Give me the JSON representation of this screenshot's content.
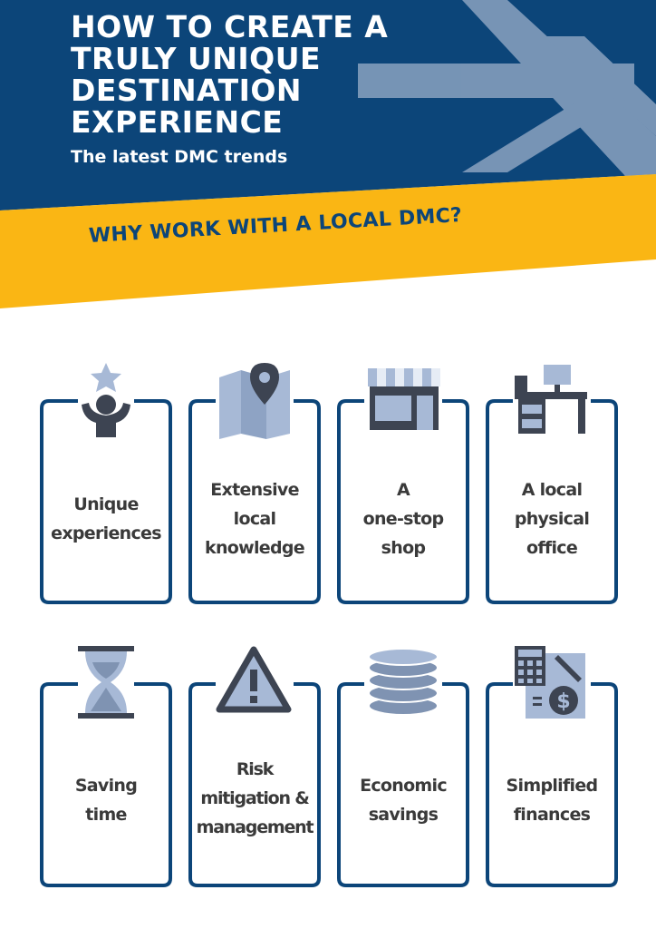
{
  "header": {
    "title_lines": [
      "HOW TO CREATE A",
      "TRULY UNIQUE",
      "DESTINATION",
      "EXPERIENCE"
    ],
    "subtitle": "The latest DMC trends"
  },
  "banner": {
    "text": "WHY WORK WITH A LOCAL DMC?"
  },
  "colors": {
    "navy": "#0c4579",
    "yellow": "#fab614",
    "icon_dark": "#3d4452",
    "icon_light": "#a7b9d6",
    "text": "#3a3a3a"
  },
  "cards": [
    {
      "icon": "person-star-icon",
      "lines": [
        "Unique",
        "experiences"
      ]
    },
    {
      "icon": "map-pin-icon",
      "lines": [
        "Extensive",
        "local",
        "knowledge"
      ]
    },
    {
      "icon": "shop-icon",
      "lines": [
        "A",
        "one-stop",
        "shop"
      ]
    },
    {
      "icon": "office-desk-icon",
      "lines": [
        "A local",
        "physical",
        "office"
      ]
    },
    {
      "icon": "hourglass-icon",
      "lines": [
        "Saving",
        "time"
      ]
    },
    {
      "icon": "warning-icon",
      "lines": [
        "Risk",
        "mitigation &",
        "management"
      ]
    },
    {
      "icon": "coins-icon",
      "lines": [
        "Economic",
        "savings"
      ]
    },
    {
      "icon": "calculator-icon",
      "lines": [
        "Simplified",
        "finances"
      ]
    }
  ]
}
